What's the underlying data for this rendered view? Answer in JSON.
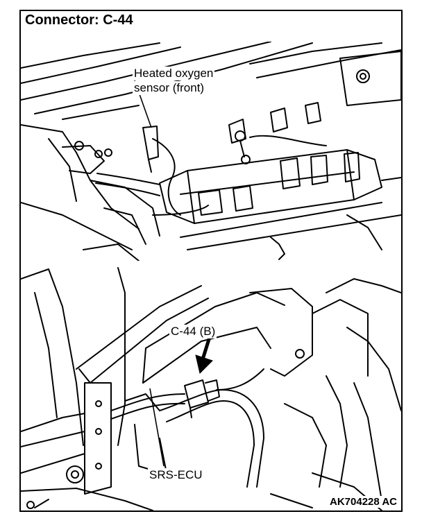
{
  "header": {
    "title": "Connector: C-44"
  },
  "callouts": {
    "sensor_line1": "Heated oxygen",
    "sensor_line2": "sensor (front)",
    "connector": "C-44 (B)",
    "ecu": "SRS-ECU"
  },
  "footer": {
    "code": "AK704228 AC"
  },
  "icons": {
    "arrow": "connector-pointer-arrow"
  },
  "colors": {
    "ink": "#000000",
    "paper": "#ffffff"
  }
}
